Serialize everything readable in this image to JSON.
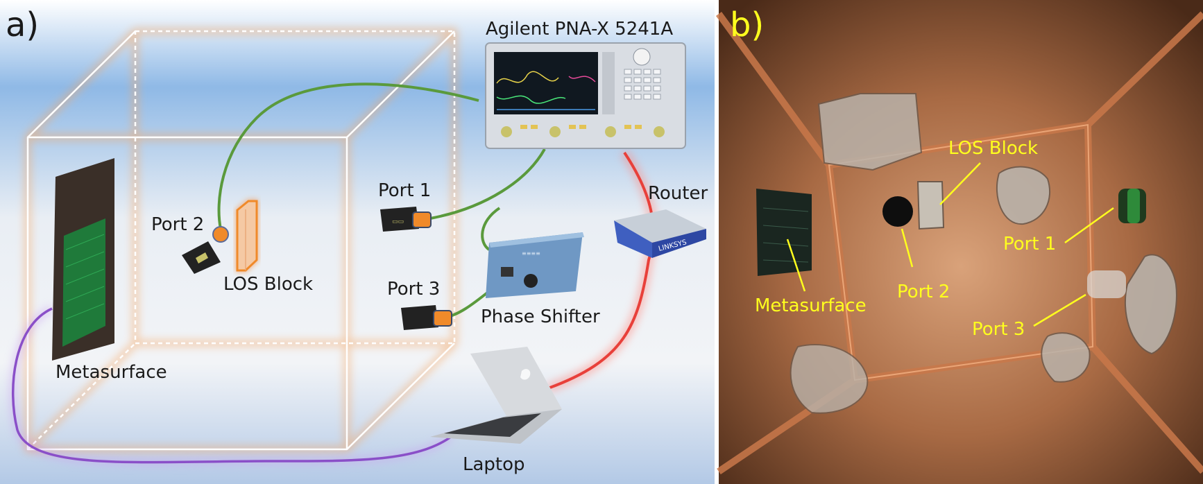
{
  "panel_a": {
    "panel_label": "a)",
    "labels": {
      "instrument": "Agilent PNA-X 5241A",
      "router": "Router",
      "port1": "Port 1",
      "port2": "Port 2",
      "port3": "Port 3",
      "los_block": "LOS Block",
      "phase_shifter": "Phase Shifter",
      "metasurface": "Metasurface",
      "laptop": "Laptop"
    },
    "router_brand": "LINKSYS"
  },
  "panel_b": {
    "panel_label": "b)",
    "labels": {
      "los_block": "LOS Block",
      "port1": "Port 1",
      "port2": "Port 2",
      "port3": "Port 3",
      "metasurface": "Metasurface"
    }
  },
  "colors": {
    "cable_green": "#5a9a3c",
    "cable_red": "#e8403a",
    "cable_purple": "#8a4fc8",
    "box_orange": "#f39a4e",
    "antenna_orange": "#f08a2a",
    "annotation_yellow": "#ffff1e"
  }
}
